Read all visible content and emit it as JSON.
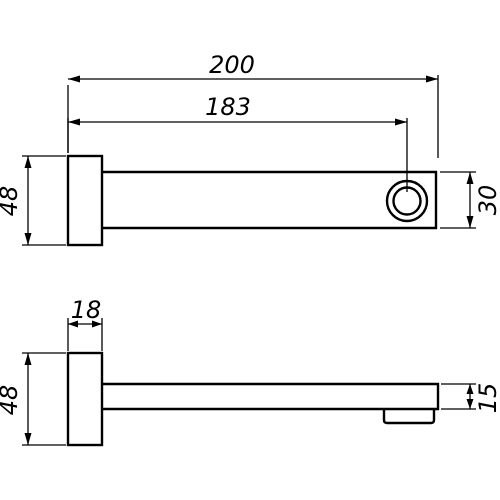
{
  "drawing": {
    "dimensions": {
      "overall_length": "200",
      "spout_reach": "183",
      "flange_height_top": "48",
      "spout_height_top": "30",
      "flange_depth": "18",
      "flange_height_side": "48",
      "spout_thickness": "15"
    },
    "colors": {
      "line": "#000000",
      "background": "#ffffff"
    }
  }
}
